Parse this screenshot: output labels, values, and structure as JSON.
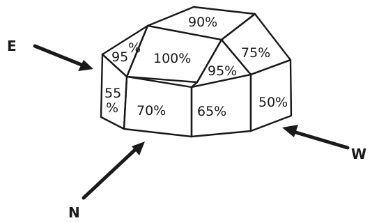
{
  "faces": {
    "top": "90%",
    "upper_center": "100%",
    "upper_right": "75%",
    "upper_mid_right": "95%",
    "upper_left_top": "95",
    "upper_left_pct": "%",
    "left_side_num": "55",
    "left_side_pct": "%",
    "front_left": "70%",
    "front_center": "65%",
    "right_side": "50%"
  },
  "directions": {
    "east": "E",
    "west": "W",
    "north": "N"
  }
}
